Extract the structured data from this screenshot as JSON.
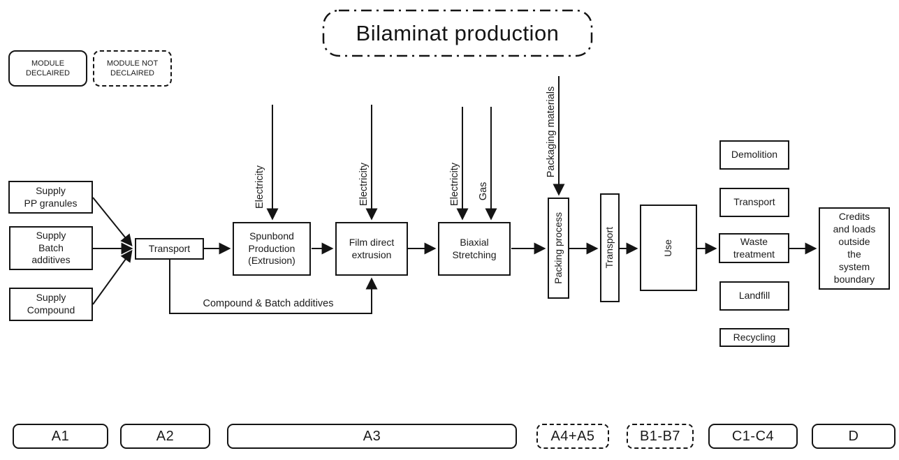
{
  "title": {
    "label": "Bilaminat production"
  },
  "legend": {
    "module_declared": "MODULE\nDECLAIRED",
    "module_not_declared": "MODULE NOT\nDECLAIRED"
  },
  "nodes": {
    "supply_pp_granules": "Supply\nPP granules",
    "supply_batch_additives": "Supply\nBatch\nadditives",
    "supply_compound": "Supply\nCompound",
    "transport_a2": "Transport",
    "spunbond_production": "Spunbond\nProduction\n(Extrusion)",
    "film_direct_extrusion": "Film direct\nextrusion",
    "biaxial_stretching": "Biaxial\nStretching",
    "packing_process": "Packing process",
    "transport_a4": "Transport",
    "use": "Use",
    "demolition": "Demolition",
    "transport_c2": "Transport",
    "waste_treatment": "Waste\ntreatment",
    "landfill": "Landfill",
    "recycling": "Recycling",
    "credits": "Credits\nand loads\noutside\nthe\nsystem\nboundary"
  },
  "flow_labels": {
    "electricity_spunbond": "Electricity",
    "electricity_film": "Electricity",
    "electricity_biaxial": "Electricity",
    "gas": "Gas",
    "packaging_materials": "Packaging materials",
    "compound_batch_additives": "Compound & Batch additives"
  },
  "stages": [
    {
      "label": "A1",
      "dashed": false
    },
    {
      "label": "A2",
      "dashed": false
    },
    {
      "label": "A3",
      "dashed": false
    },
    {
      "label": "A4+A5",
      "dashed": true
    },
    {
      "label": "B1-B7",
      "dashed": true
    },
    {
      "label": "C1-C4",
      "dashed": false
    },
    {
      "label": "D",
      "dashed": false
    }
  ],
  "colors": {
    "line": "#141414",
    "background": "#ffffff",
    "text": "#1a1a1a"
  }
}
